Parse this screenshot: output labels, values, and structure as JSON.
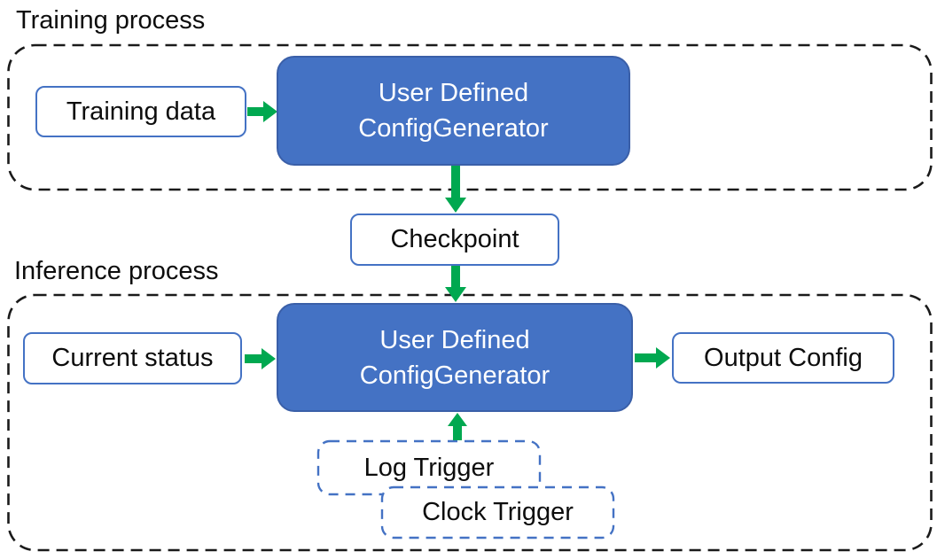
{
  "colors": {
    "box_blue": "#4472C4",
    "box_blue_border": "#3A5FA8",
    "outline_blue": "#4472C4",
    "arrow_green": "#00A850",
    "dash_black": "#1a1a1a",
    "text_dark": "#0d0d0d",
    "text_light": "#ffffff"
  },
  "training": {
    "label": "Training process",
    "input_box": "Training data",
    "generator_line1": "User Defined",
    "generator_line2": "ConfigGenerator"
  },
  "checkpoint_box": "Checkpoint",
  "inference": {
    "label": "Inference process",
    "input_box": "Current status",
    "generator_line1": "User Defined",
    "generator_line2": "ConfigGenerator",
    "output_box": "Output Config",
    "trigger_boxes": [
      "Log Trigger",
      "Clock Trigger"
    ]
  }
}
